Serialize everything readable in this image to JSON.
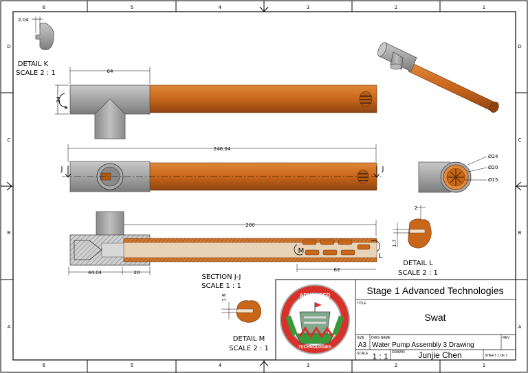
{
  "border": {
    "columns_top": [
      "6",
      "5",
      "4",
      "3",
      "2",
      "1"
    ],
    "columns_bottom": [
      "6",
      "5",
      "4",
      "3",
      "2",
      "1"
    ],
    "rows_left": [
      "D",
      "C",
      "B",
      "A"
    ],
    "rows_right": [
      "D",
      "C",
      "B",
      "A"
    ]
  },
  "details": {
    "k": {
      "dim": "2.04",
      "title": "DETAIL K",
      "scale": "SCALE 2 : 1"
    },
    "l": {
      "dim_w": "2",
      "dim_h": "1.7",
      "title": "DETAIL L",
      "scale": "SCALE 2 : 1"
    },
    "m": {
      "dim": "1.6",
      "title": "DETAIL M",
      "scale": "SCALE 2 : 1"
    }
  },
  "top_view": {
    "dim_len": "64",
    "dim_height": "24"
  },
  "front_view": {
    "dim_total": "246.04",
    "section_left": "J",
    "section_right": "J"
  },
  "section_view": {
    "title": "SECTION J-J",
    "scale": "SCALE 1 : 1",
    "dim_200": "200",
    "dim_62": "62",
    "dim_44": "44.04",
    "dim_20": "20",
    "label_l": "L",
    "label_m": "M"
  },
  "end_view": {
    "d1": "Ø24",
    "d2": "Ø20",
    "d3": "Ø15"
  },
  "title_block": {
    "company": "Stage 1 Advanced Technologies",
    "title_label": "TITLE",
    "title": "Swat",
    "size_label": "SIZE",
    "size": "A3",
    "dwg_label": "DWG NAME",
    "dwg_name": "Water Pump Assembly 3 Drawing",
    "rev_label": "REV",
    "scale_label": "SCALE",
    "scale": "1 : 1",
    "drawn_label": "DRAWN",
    "drawn": "Junjie Chen",
    "sheet": "SHEET 1 OF 1",
    "logo_top": "ADVANCED",
    "logo_bottom": "TECHNOLOGIES"
  },
  "colors": {
    "pipe": "#c8661a",
    "grey": "#a8a8a8",
    "logo_red": "#d8312a",
    "logo_green": "#3a9a3a"
  }
}
